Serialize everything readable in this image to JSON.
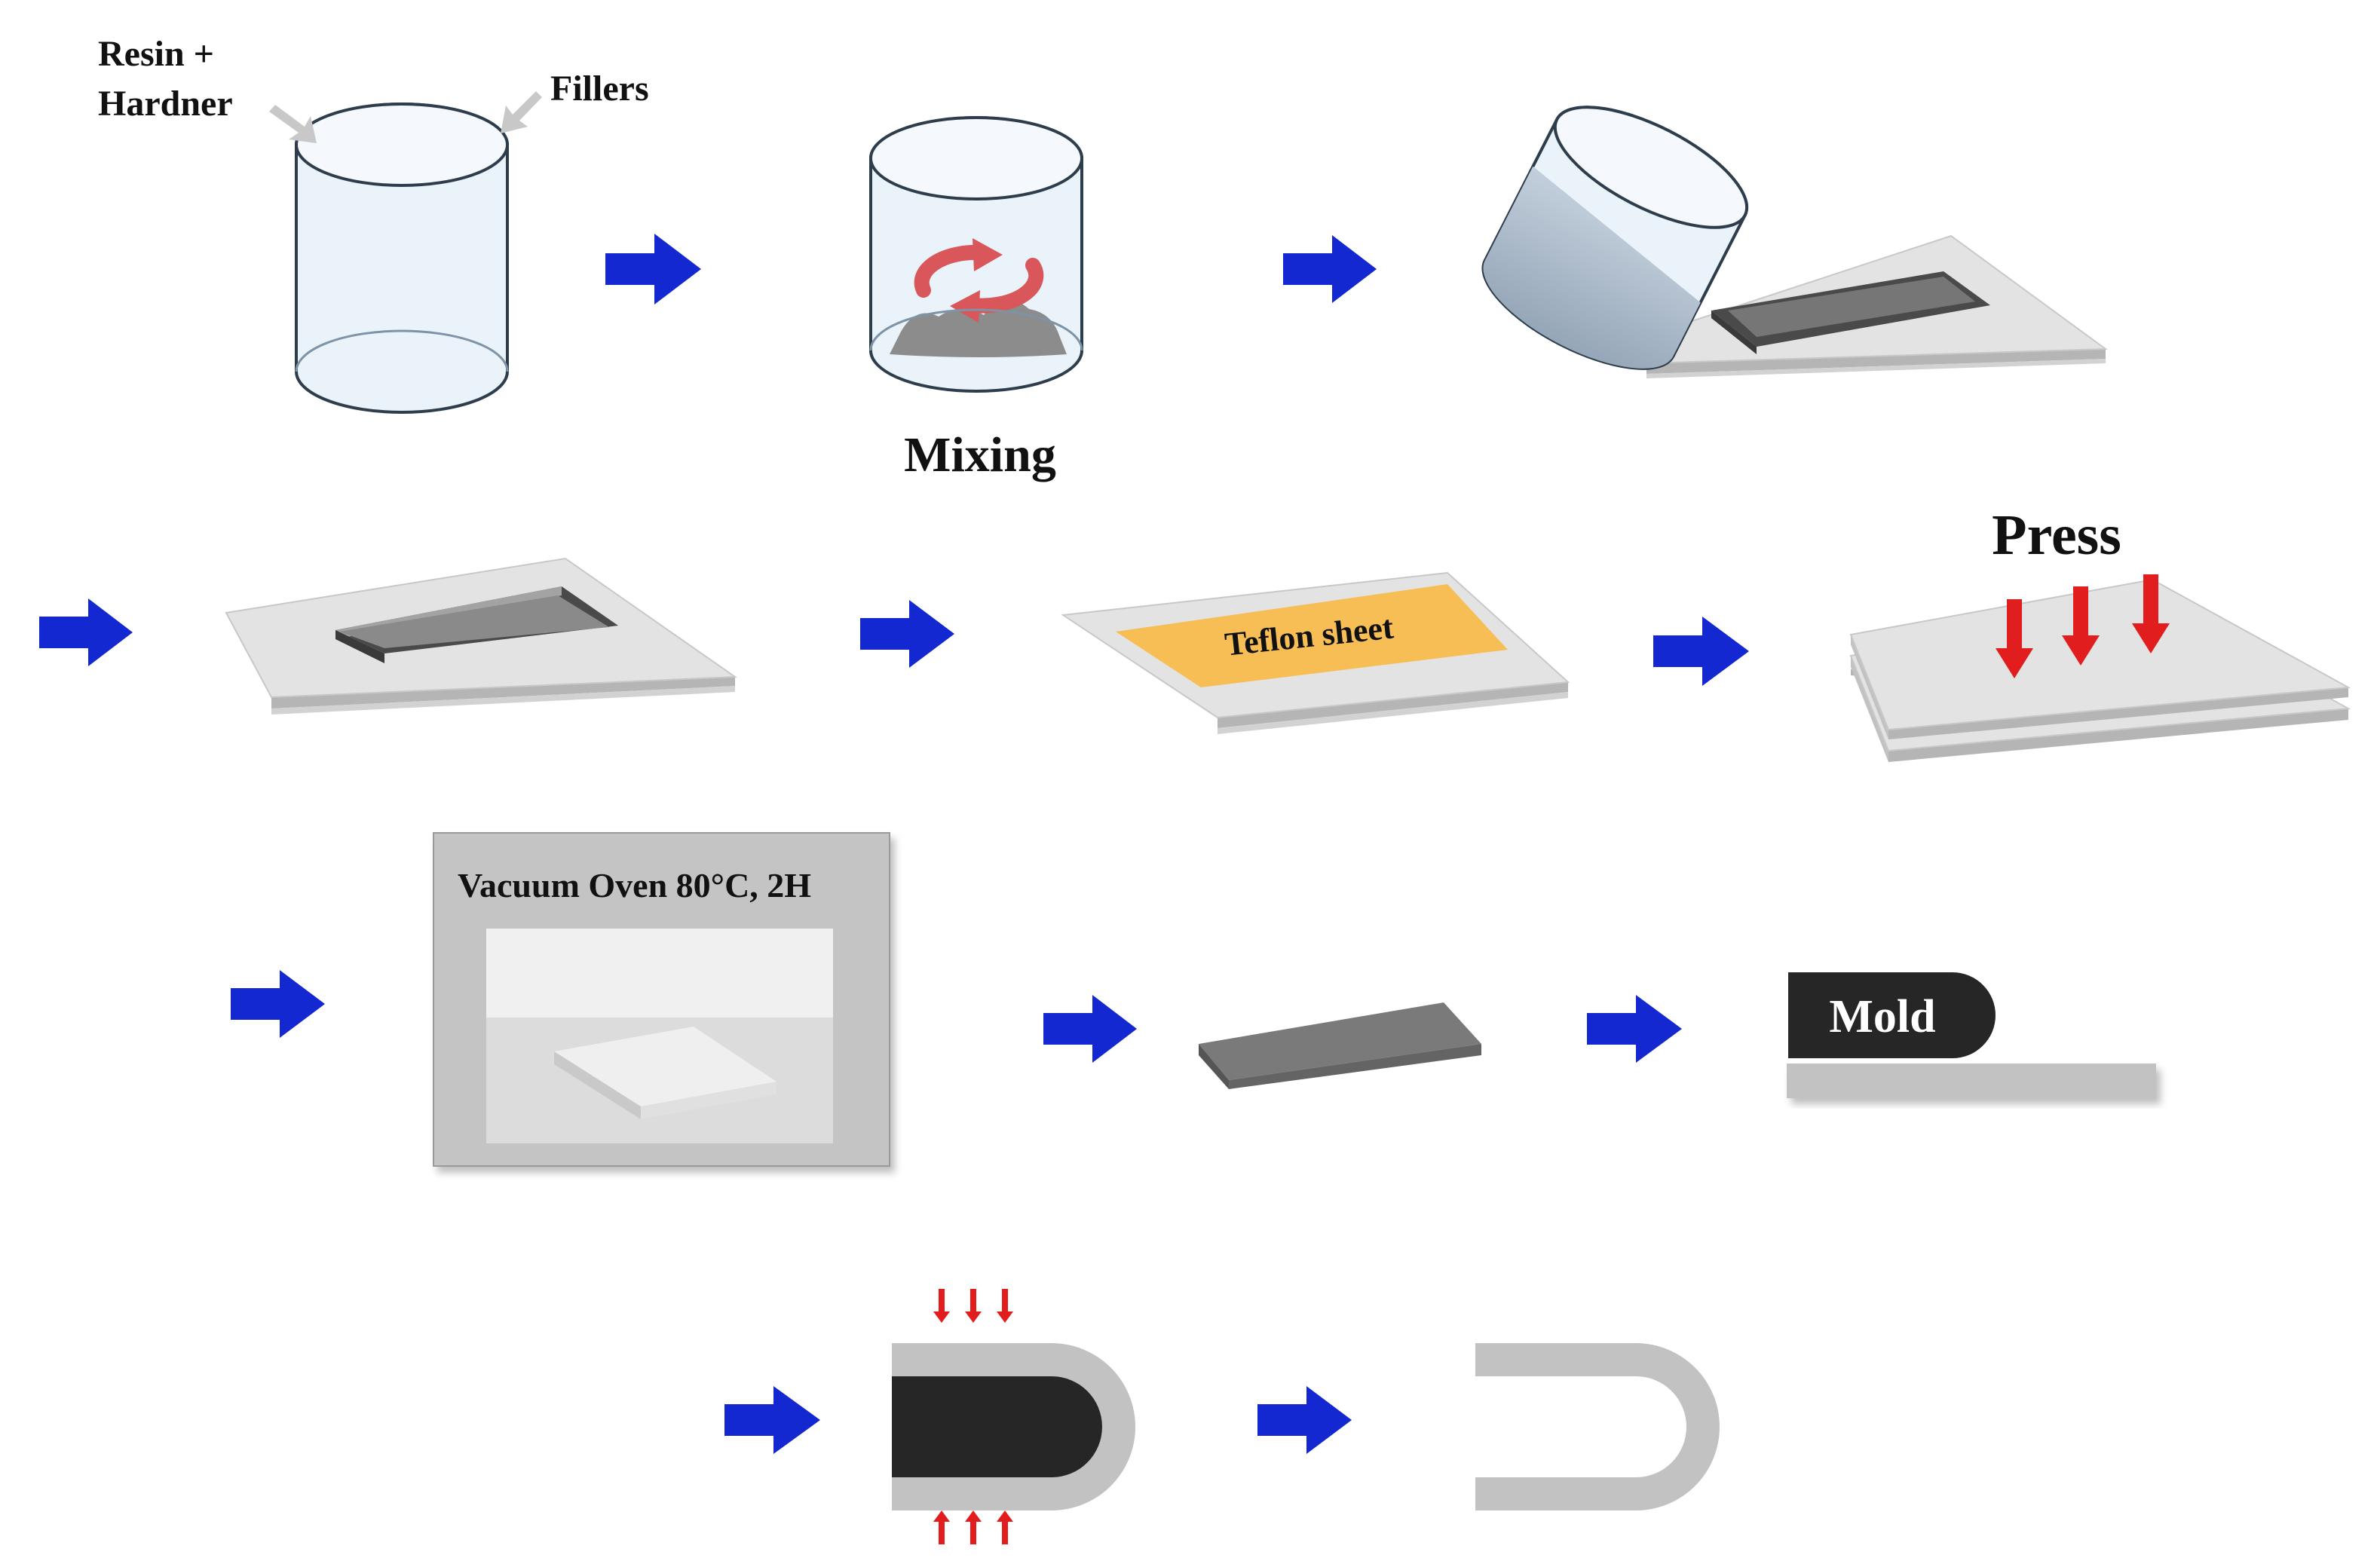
{
  "labels": {
    "resin_hardener_line1": "Resin +",
    "resin_hardener_line2": "Hardner",
    "fillers": "Fillers",
    "mixing": "Mixing",
    "teflon_sheet": "Teflon sheet",
    "press": "Press",
    "vacuum_oven": "Vacuum Oven 80°C, 2H",
    "mold": "Mold"
  },
  "colors": {
    "flow_arrow": "#1428d2",
    "force_arrow": "#e21d1d",
    "teflon": "#f7be55",
    "mold": "#262626",
    "plate": "#e3e3e3",
    "cast_sample": "#7a7a7a",
    "bent_sample": "#c2c2c2",
    "oven_frame": "#c4c4c4",
    "rotation_arrow": "#d9565a",
    "beaker_glass": "#eaf3fa",
    "pointer_arrow": "#c8c8c8"
  },
  "icons": {
    "flow": "right-arrow-icon",
    "force": "down-arrow-icon",
    "rotation": "rotation-arrow-icon",
    "pointer": "pointer-arrow-icon"
  }
}
